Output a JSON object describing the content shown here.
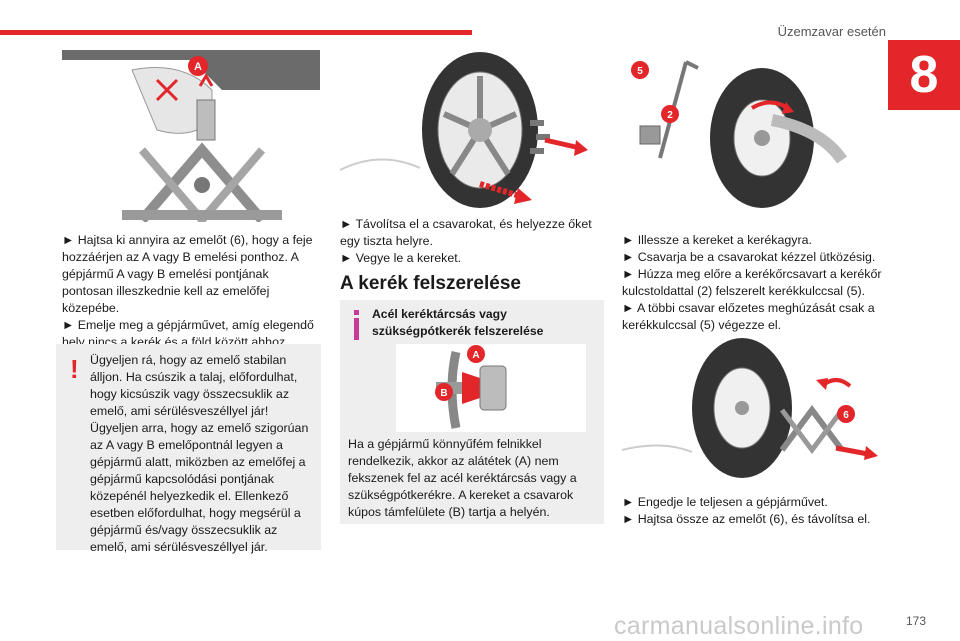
{
  "header": {
    "section_title": "Üzemzavar esetén",
    "chapter_number": "8"
  },
  "footer": {
    "page_number": "173",
    "watermark": "carmanualsonline.info"
  },
  "colors": {
    "accent": "#e3262a",
    "note_bg": "#eeeeee",
    "info_icon": "#c83a9a"
  },
  "left": {
    "fig_labels": {
      "a": "A"
    },
    "p1": "► Hajtsa ki annyira az emelőt (6), hogy a feje hozzáérjen az A vagy B emelési ponthoz. A gépjármű A vagy B emelési pontjának pontosan illeszkednie kell az emelőfej közepébe.",
    "p2": "► Emelje meg a gépjárművet, amíg elegendő hely nincs a kerék és a föld között ahhoz, hogy könnyedén feltegye a (nem lyukas) pótkereket.",
    "warning": {
      "icon": "exclamation-icon",
      "p1": "Ügyeljen rá, hogy az emelő stabilan álljon. Ha csúszik a talaj, előfordulhat, hogy kicsúszik vagy összecsuklik az emelő, ami sérülésveszéllyel jár!",
      "p2": "Ügyeljen arra, hogy az emelő szigorúan az A vagy B emelőpontnál legyen a gépjármű alatt, miközben az emelőfej a gépjármű kapcsolódási pontjának közepénél helyezkedik el. Ellenkező esetben előfordulhat, hogy megsérül a gépjármű és/vagy összecsuklik az emelő, ami sérülésveszéllyel jár."
    }
  },
  "middle": {
    "p1": "► Távolítsa el a csavarokat, és helyezze őket egy tiszta helyre.",
    "p2": "► Vegye le a kereket.",
    "heading": "A kerék felszerelése",
    "info": {
      "icon": "info-icon",
      "title": "Acél keréktárcsás vagy szükségpótkerék felszerelése",
      "fig_labels": {
        "a": "A",
        "b": "B"
      },
      "text": "Ha a gépjármű könnyűfém felnikkel rendelkezik, akkor az alátétek (A) nem fekszenek fel az acél keréktárcsás vagy a szükségpótkerékre. A kereket a csavarok kúpos támfelülete (B) tartja a helyén."
    }
  },
  "right": {
    "fig1_labels": {
      "five": "5",
      "two": "2"
    },
    "p1": "► Illessze a kereket a kerékagyra.",
    "p2": "► Csavarja be a csavarokat kézzel ütközésig.",
    "p3": "► Húzza meg előre a kerékőrcsavart a kerékőr kulcstoldattal (2) felszerelt kerékkulccsal (5).",
    "p4": "► A többi csavar előzetes meghúzását csak a kerékkulccsal (5) végezze el.",
    "fig2_labels": {
      "six": "6"
    },
    "p5": "► Engedje le teljesen a gépjárművet.",
    "p6": "► Hajtsa össze az emelőt (6), és távolítsa el."
  }
}
